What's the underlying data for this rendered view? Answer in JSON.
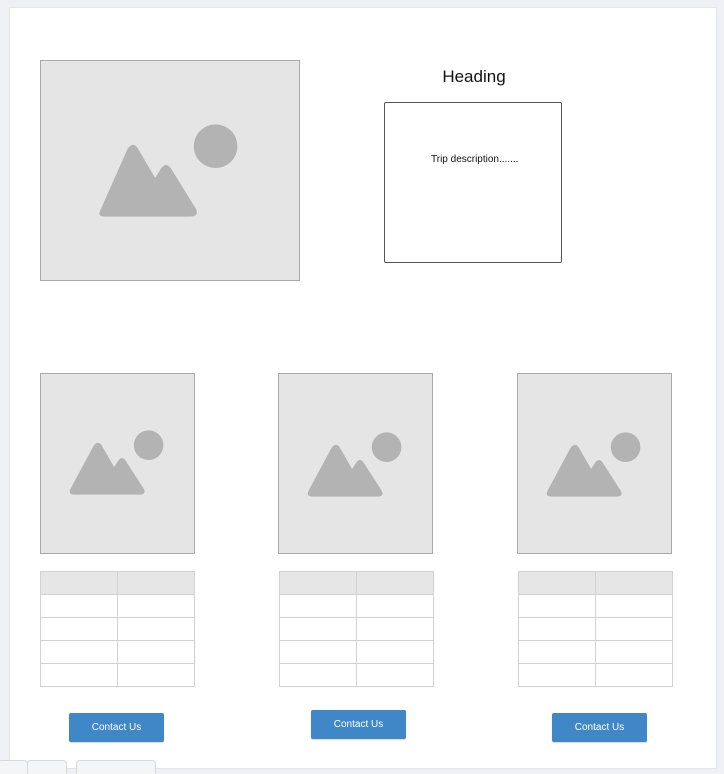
{
  "main": {
    "heading": "Heading",
    "description": "Trip description.......",
    "image_icon": "image-placeholder-icon"
  },
  "cards": [
    {
      "image_icon": "image-placeholder-icon",
      "button_label": "Contact Us"
    },
    {
      "image_icon": "image-placeholder-icon",
      "button_label": "Contact Us"
    },
    {
      "image_icon": "image-placeholder-icon",
      "button_label": "Contact Us"
    }
  ],
  "colors": {
    "button": "#3f87c7",
    "placeholder_fill": "#e5e5e5",
    "placeholder_icon": "#b3b3b3"
  }
}
